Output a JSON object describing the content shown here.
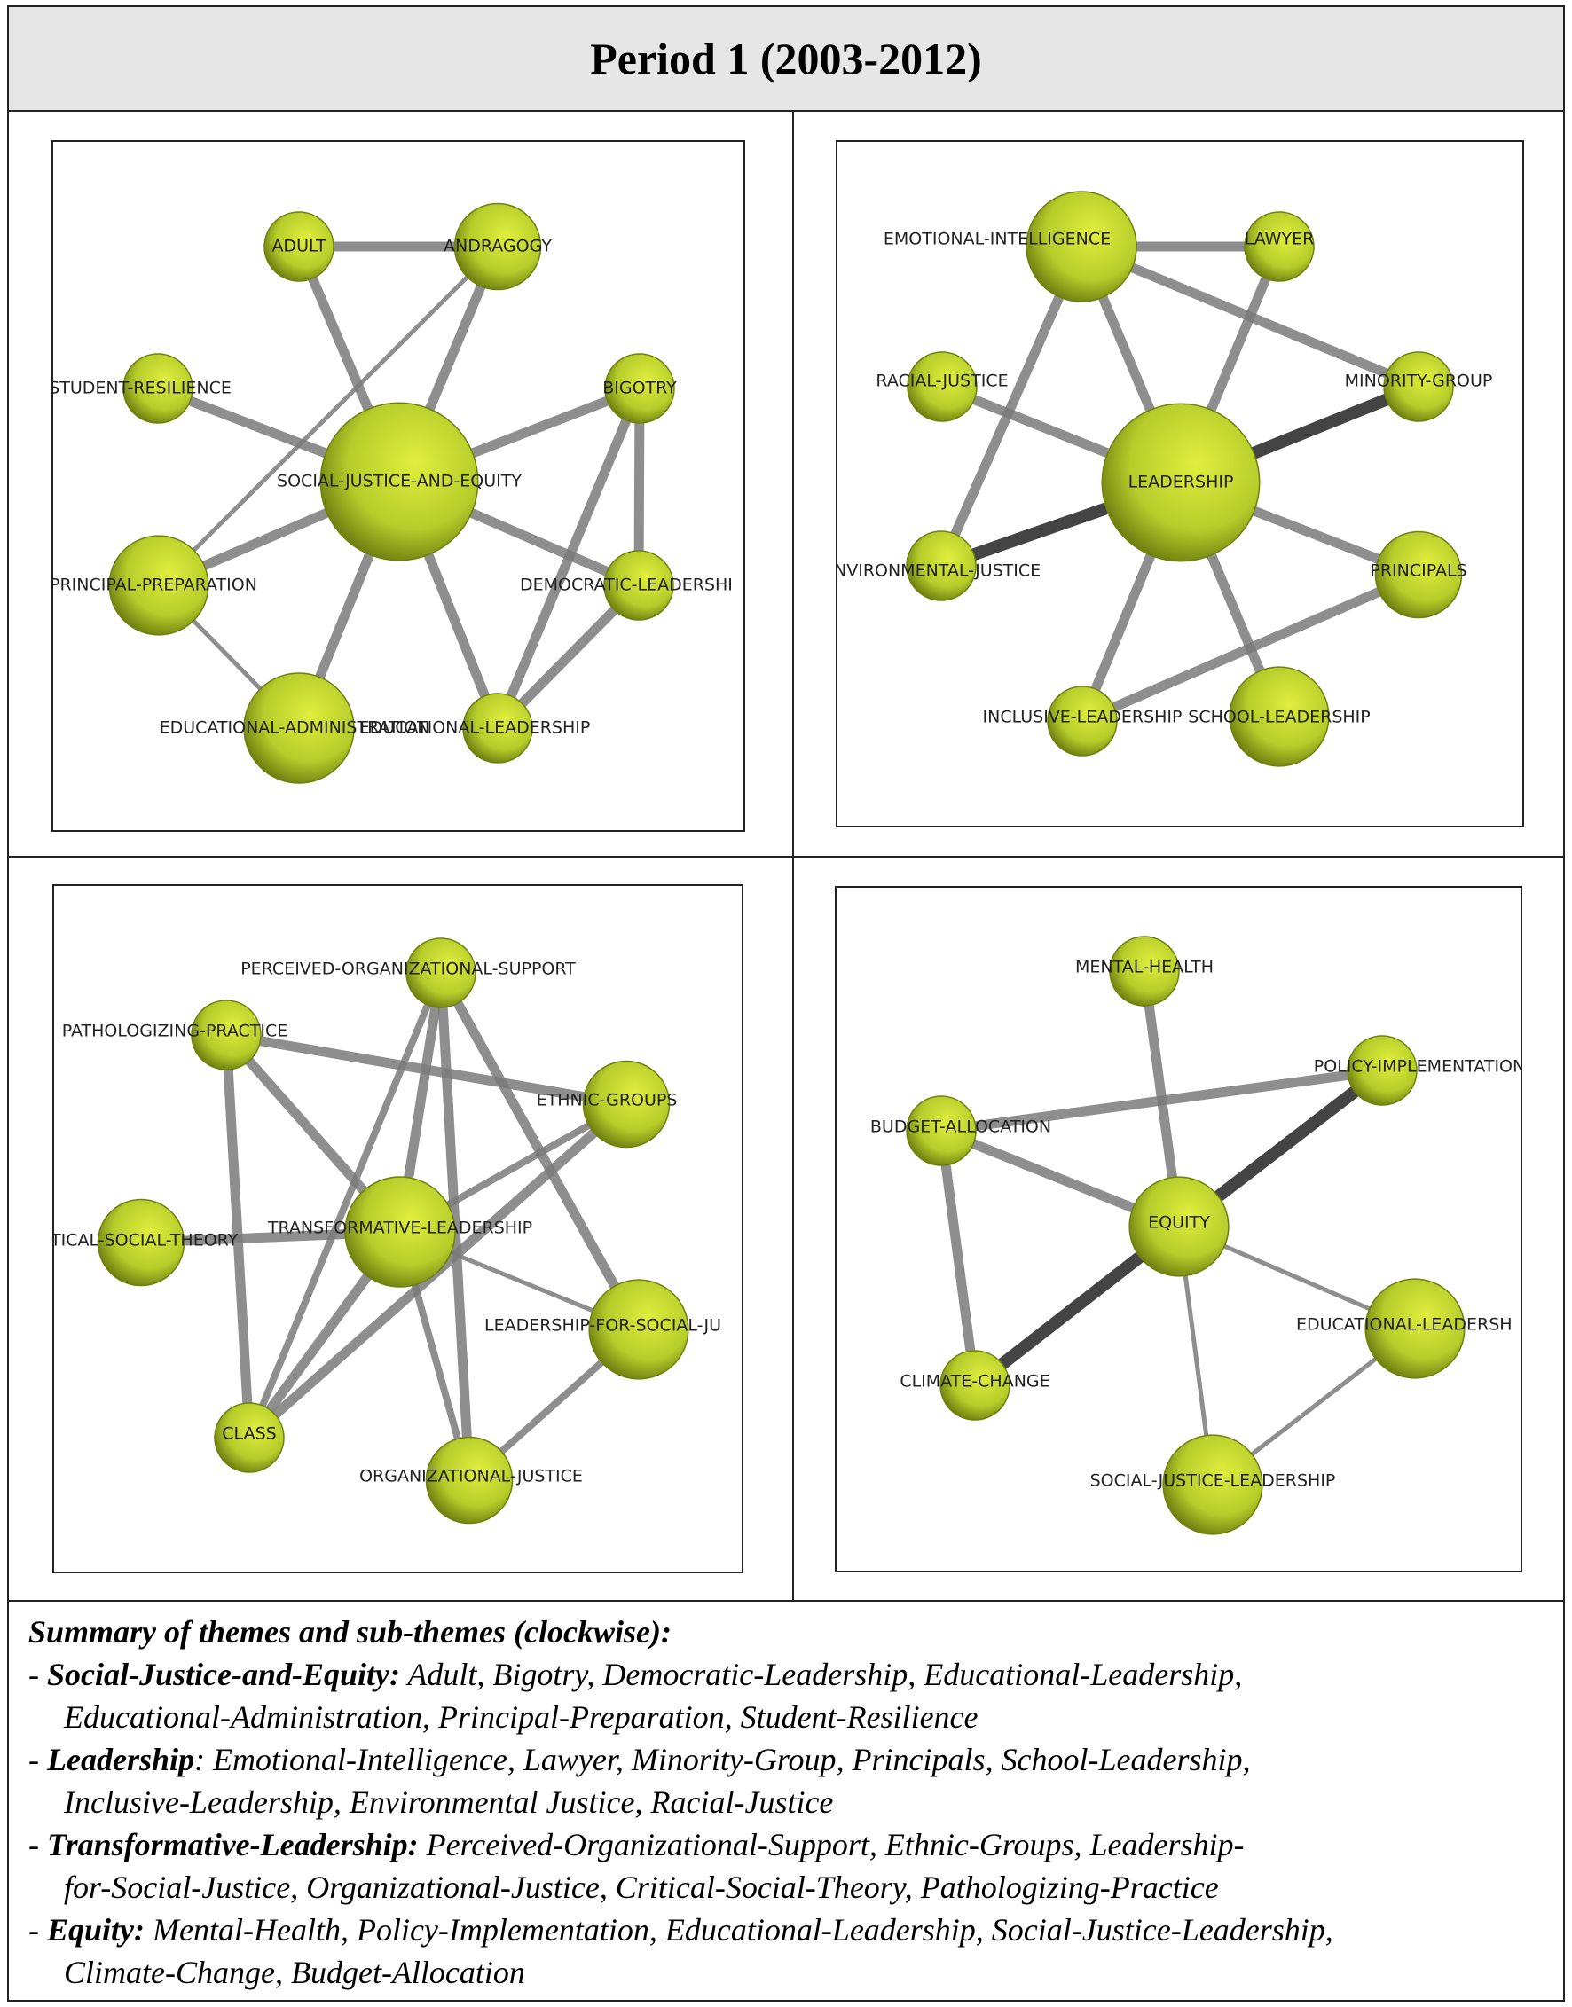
{
  "title": "Period 1 (2003-2012)",
  "colors": {
    "node_fill": "#b5cc2a",
    "node_stroke": "#6f8010",
    "edge_gray": "#7a7a7a",
    "edge_dark": "#3a3a3a",
    "header_bg": "#e6e6e6"
  },
  "networks": [
    {
      "id": "social-justice-and-equity",
      "center": "SOCIAL-JUSTICE-AND-EQUITY",
      "nodes": [
        {
          "id": "ADULT",
          "label": "ADULT",
          "weight": 1
        },
        {
          "id": "ANDRAGOGY",
          "label": "ANDRAGOGY",
          "weight": 2
        },
        {
          "id": "STUDENT-RESILIENCE",
          "label": "STUDENT-RESILIENCE",
          "weight": 1
        },
        {
          "id": "BIGOTRY",
          "label": "BIGOTRY",
          "weight": 1
        },
        {
          "id": "SOCIAL-JUSTICE-AND-EQUITY",
          "label": "SOCIAL-JUSTICE-AND-EQUITY",
          "weight": 10
        },
        {
          "id": "PRINCIPAL-PREPARATION",
          "label": "PRINCIPAL-PREPARATION",
          "weight": 3
        },
        {
          "id": "DEMOCRATIC-LEADERSHIP",
          "label": "DEMOCRATIC-LEADERSHI",
          "weight": 1
        },
        {
          "id": "EDUCATIONAL-ADMINISTRATION",
          "label": "EDUCATIONAL-ADMINISTRATION",
          "weight": 4
        },
        {
          "id": "EDUCATIONAL-LEADERSHIP",
          "label": "EDUCATIONAL-LEADERSHIP",
          "weight": 1
        }
      ],
      "edges": [
        {
          "source": "ADULT",
          "target": "ANDRAGOGY",
          "strength": 3
        },
        {
          "source": "ADULT",
          "target": "SOCIAL-JUSTICE-AND-EQUITY",
          "strength": 3
        },
        {
          "source": "ANDRAGOGY",
          "target": "SOCIAL-JUSTICE-AND-EQUITY",
          "strength": 3
        },
        {
          "source": "ANDRAGOGY",
          "target": "PRINCIPAL-PREPARATION",
          "strength": 1
        },
        {
          "source": "STUDENT-RESILIENCE",
          "target": "SOCIAL-JUSTICE-AND-EQUITY",
          "strength": 3
        },
        {
          "source": "BIGOTRY",
          "target": "SOCIAL-JUSTICE-AND-EQUITY",
          "strength": 3
        },
        {
          "source": "BIGOTRY",
          "target": "DEMOCRATIC-LEADERSHIP",
          "strength": 3
        },
        {
          "source": "BIGOTRY",
          "target": "EDUCATIONAL-LEADERSHIP",
          "strength": 3
        },
        {
          "source": "PRINCIPAL-PREPARATION",
          "target": "SOCIAL-JUSTICE-AND-EQUITY",
          "strength": 3
        },
        {
          "source": "PRINCIPAL-PREPARATION",
          "target": "EDUCATIONAL-ADMINISTRATION",
          "strength": 1
        },
        {
          "source": "DEMOCRATIC-LEADERSHIP",
          "target": "SOCIAL-JUSTICE-AND-EQUITY",
          "strength": 3
        },
        {
          "source": "DEMOCRATIC-LEADERSHIP",
          "target": "EDUCATIONAL-LEADERSHIP",
          "strength": 3
        },
        {
          "source": "EDUCATIONAL-ADMINISTRATION",
          "target": "SOCIAL-JUSTICE-AND-EQUITY",
          "strength": 3
        },
        {
          "source": "EDUCATIONAL-LEADERSHIP",
          "target": "SOCIAL-JUSTICE-AND-EQUITY",
          "strength": 3
        }
      ]
    },
    {
      "id": "leadership",
      "center": "LEADERSHIP",
      "nodes": [
        {
          "id": "EMOTIONAL-INTELLIGENCE",
          "label": "EMOTIONAL-INTELLIGENCE",
          "weight": 4
        },
        {
          "id": "LAWYER",
          "label": "LAWYER",
          "weight": 1
        },
        {
          "id": "RACIAL-JUSTICE",
          "label": "RACIAL-JUSTICE",
          "weight": 1
        },
        {
          "id": "MINORITY-GROUP",
          "label": "MINORITY-GROUP",
          "weight": 1
        },
        {
          "id": "LEADERSHIP",
          "label": "LEADERSHIP",
          "weight": 10
        },
        {
          "id": "ENVIRONMENTAL-JUSTICE",
          "label": "NVIRONMENTAL-JUSTICE",
          "weight": 1
        },
        {
          "id": "PRINCIPALS",
          "label": "PRINCIPALS",
          "weight": 2
        },
        {
          "id": "INCLUSIVE-LEADERSHIP",
          "label": "INCLUSIVE-LEADERSHIP",
          "weight": 1
        },
        {
          "id": "SCHOOL-LEADERSHIP",
          "label": "SCHOOL-LEADERSHIP",
          "weight": 3
        }
      ],
      "edges": [
        {
          "source": "EMOTIONAL-INTELLIGENCE",
          "target": "LAWYER",
          "strength": 3
        },
        {
          "source": "EMOTIONAL-INTELLIGENCE",
          "target": "LEADERSHIP",
          "strength": 3
        },
        {
          "source": "EMOTIONAL-INTELLIGENCE",
          "target": "MINORITY-GROUP",
          "strength": 3
        },
        {
          "source": "EMOTIONAL-INTELLIGENCE",
          "target": "ENVIRONMENTAL-JUSTICE",
          "strength": 3
        },
        {
          "source": "LAWYER",
          "target": "LEADERSHIP",
          "strength": 3
        },
        {
          "source": "RACIAL-JUSTICE",
          "target": "LEADERSHIP",
          "strength": 3
        },
        {
          "source": "MINORITY-GROUP",
          "target": "LEADERSHIP",
          "strength": 4
        },
        {
          "source": "ENVIRONMENTAL-JUSTICE",
          "target": "LEADERSHIP",
          "strength": 4
        },
        {
          "source": "PRINCIPALS",
          "target": "LEADERSHIP",
          "strength": 3
        },
        {
          "source": "PRINCIPALS",
          "target": "INCLUSIVE-LEADERSHIP",
          "strength": 3
        },
        {
          "source": "INCLUSIVE-LEADERSHIP",
          "target": "LEADERSHIP",
          "strength": 3
        },
        {
          "source": "SCHOOL-LEADERSHIP",
          "target": "LEADERSHIP",
          "strength": 3
        }
      ]
    },
    {
      "id": "transformative-leadership",
      "center": "TRANSFORMATIVE-LEADERSHIP",
      "nodes": [
        {
          "id": "PERCEIVED-ORGANIZATIONAL-SUPPORT",
          "label": "PERCEIVED-ORGANIZATIONAL-SUPPORT",
          "weight": 1
        },
        {
          "id": "PATHOLOGIZING-PRACTICE",
          "label": "PATHOLOGIZING-PRACTICE",
          "weight": 1
        },
        {
          "id": "ETHNIC-GROUPS",
          "label": "ETHNIC-GROUPS",
          "weight": 2
        },
        {
          "id": "CRITICAL-SOCIAL-THEORY",
          "label": "TICAL-SOCIAL-THEORY",
          "weight": 2
        },
        {
          "id": "TRANSFORMATIVE-LEADERSHIP",
          "label": "TRANSFORMATIVE-LEADERSHIP",
          "weight": 4
        },
        {
          "id": "LEADERSHIP-FOR-SOCIAL-JUSTICE",
          "label": "LEADERSHIP-FOR-SOCIAL-JU",
          "weight": 3
        },
        {
          "id": "CLASS",
          "label": "CLASS",
          "weight": 1
        },
        {
          "id": "ORGANIZATIONAL-JUSTICE",
          "label": "ORGANIZATIONAL-JUSTICE",
          "weight": 2
        }
      ],
      "edges": [
        {
          "source": "PERCEIVED-ORGANIZATIONAL-SUPPORT",
          "target": "TRANSFORMATIVE-LEADERSHIP",
          "strength": 3
        },
        {
          "source": "PERCEIVED-ORGANIZATIONAL-SUPPORT",
          "target": "ORGANIZATIONAL-JUSTICE",
          "strength": 3
        },
        {
          "source": "PERCEIVED-ORGANIZATIONAL-SUPPORT",
          "target": "LEADERSHIP-FOR-SOCIAL-JUSTICE",
          "strength": 3
        },
        {
          "source": "PERCEIVED-ORGANIZATIONAL-SUPPORT",
          "target": "CLASS",
          "strength": 2
        },
        {
          "source": "PATHOLOGIZING-PRACTICE",
          "target": "ETHNIC-GROUPS",
          "strength": 3
        },
        {
          "source": "PATHOLOGIZING-PRACTICE",
          "target": "TRANSFORMATIVE-LEADERSHIP",
          "strength": 3
        },
        {
          "source": "PATHOLOGIZING-PRACTICE",
          "target": "CLASS",
          "strength": 3
        },
        {
          "source": "ETHNIC-GROUPS",
          "target": "TRANSFORMATIVE-LEADERSHIP",
          "strength": 2
        },
        {
          "source": "ETHNIC-GROUPS",
          "target": "CLASS",
          "strength": 3
        },
        {
          "source": "CRITICAL-SOCIAL-THEORY",
          "target": "TRANSFORMATIVE-LEADERSHIP",
          "strength": 3
        },
        {
          "source": "TRANSFORMATIVE-LEADERSHIP",
          "target": "LEADERSHIP-FOR-SOCIAL-JUSTICE",
          "strength": 1
        },
        {
          "source": "TRANSFORMATIVE-LEADERSHIP",
          "target": "CLASS",
          "strength": 3
        },
        {
          "source": "TRANSFORMATIVE-LEADERSHIP",
          "target": "ORGANIZATIONAL-JUSTICE",
          "strength": 2
        },
        {
          "source": "LEADERSHIP-FOR-SOCIAL-JUSTICE",
          "target": "ORGANIZATIONAL-JUSTICE",
          "strength": 2
        }
      ]
    },
    {
      "id": "equity",
      "center": "EQUITY",
      "nodes": [
        {
          "id": "MENTAL-HEALTH",
          "label": "MENTAL-HEALTH",
          "weight": 1
        },
        {
          "id": "POLICY-IMPLEMENTATION",
          "label": "POLICY-IMPLEMENTATION",
          "weight": 1
        },
        {
          "id": "BUDGET-ALLOCATION",
          "label": "BUDGET-ALLOCATION",
          "weight": 1
        },
        {
          "id": "EQUITY",
          "label": "EQUITY",
          "weight": 3
        },
        {
          "id": "EDUCATIONAL-LEADERSHIP",
          "label": "EDUCATIONAL-LEADERSH",
          "weight": 3
        },
        {
          "id": "CLIMATE-CHANGE",
          "label": "CLIMATE-CHANGE",
          "weight": 1
        },
        {
          "id": "SOCIAL-JUSTICE-LEADERSHIP",
          "label": "SOCIAL-JUSTICE-LEADERSHIP",
          "weight": 3
        }
      ],
      "edges": [
        {
          "source": "MENTAL-HEALTH",
          "target": "EQUITY",
          "strength": 3
        },
        {
          "source": "POLICY-IMPLEMENTATION",
          "target": "EQUITY",
          "strength": 4
        },
        {
          "source": "POLICY-IMPLEMENTATION",
          "target": "BUDGET-ALLOCATION",
          "strength": 3
        },
        {
          "source": "BUDGET-ALLOCATION",
          "target": "EQUITY",
          "strength": 3
        },
        {
          "source": "BUDGET-ALLOCATION",
          "target": "CLIMATE-CHANGE",
          "strength": 3
        },
        {
          "source": "EQUITY",
          "target": "CLIMATE-CHANGE",
          "strength": 4
        },
        {
          "source": "EQUITY",
          "target": "EDUCATIONAL-LEADERSHIP",
          "strength": 1
        },
        {
          "source": "EQUITY",
          "target": "SOCIAL-JUSTICE-LEADERSHIP",
          "strength": 1
        },
        {
          "source": "EDUCATIONAL-LEADERSHIP",
          "target": "SOCIAL-JUSTICE-LEADERSHIP",
          "strength": 1
        }
      ]
    }
  ],
  "summary": {
    "title": "Summary of themes and sub-themes (clockwise):",
    "items": [
      {
        "prefix": "- ",
        "theme": "Social-Justice-and-Equity:",
        "line1": " Adult, Bigotry, Democratic-Leadership, Educational-Leadership,",
        "line2": "Educational-Administration, Principal-Preparation, Student-Resilience"
      },
      {
        "prefix": "- ",
        "theme": "Leadership",
        "line1": ": Emotional-Intelligence, Lawyer, Minority-Group, Principals, School-Leadership,",
        "line2": "Inclusive-Leadership, Environmental Justice, Racial-Justice"
      },
      {
        "prefix": "- ",
        "theme": "Transformative-Leadership:",
        "line1": " Perceived-Organizational-Support, Ethnic-Groups, Leadership-",
        "line2": "for-Social-Justice, Organizational-Justice, Critical-Social-Theory, Pathologizing-Practice"
      },
      {
        "prefix": "- ",
        "theme": "Equity:",
        "line1": " Mental-Health, Policy-Implementation, Educational-Leadership, Social-Justice-Leadership,",
        "line2": "Climate-Change, Budget-Allocation"
      }
    ]
  }
}
